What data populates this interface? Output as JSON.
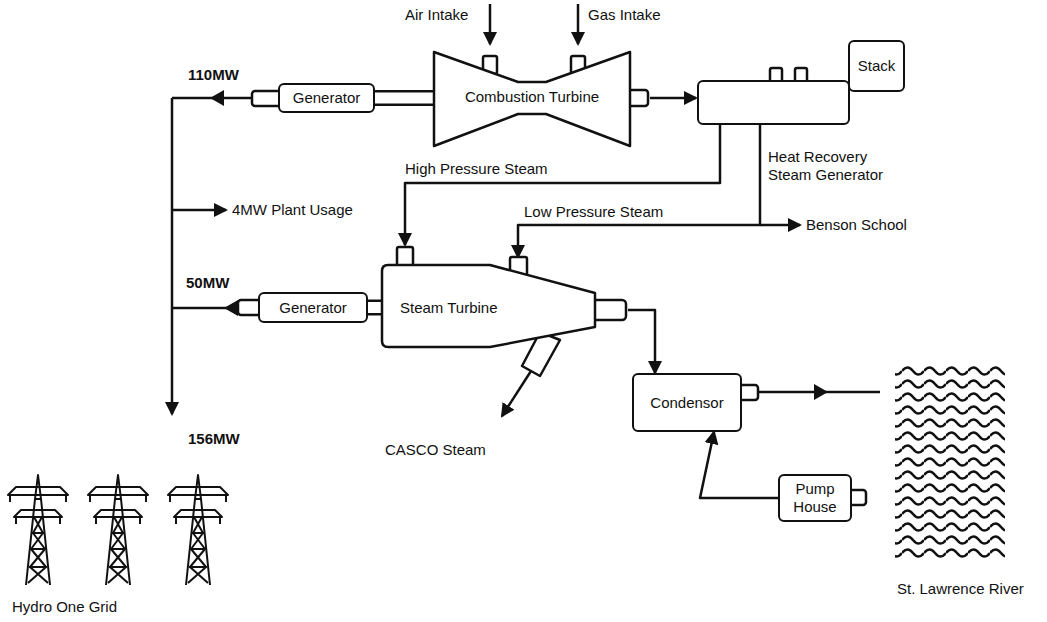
{
  "diagram": {
    "nodes": [
      {
        "text": [
          "Generator"
        ]
      },
      {
        "text": [
          "Combustion Turbine"
        ]
      },
      {
        "text": [
          "Heat Recovery Steam Generator"
        ]
      },
      {
        "text": [
          "Stack"
        ]
      },
      {
        "text": [
          "Generator"
        ]
      },
      {
        "text": [
          "Steam Turbine"
        ]
      },
      {
        "text": [
          "Condensor"
        ]
      },
      {
        "text": [
          "Pump House"
        ]
      }
    ],
    "edges": [
      {
        "from": 1,
        "to": 0,
        "arrow": "none"
      },
      {
        "from": 1,
        "to": 2,
        "arrow": "to"
      },
      {
        "from": 2,
        "to": 5,
        "label": "High Pressure Steam",
        "arrow": "to"
      },
      {
        "from": 2,
        "to": 5,
        "label": "Low Pressure Steam",
        "arrow": "to"
      },
      {
        "from": 5,
        "to": 4,
        "arrow": "none"
      },
      {
        "from": 5,
        "to": 6,
        "arrow": "to"
      },
      {
        "from": 7,
        "to": 6,
        "arrow": "to"
      }
    ],
    "labels": [
      "Air Intake",
      "Gas Intake",
      "110MW",
      "4MW Plant Usage",
      "50MW",
      "156MW",
      "Benson School",
      "CASCO Steam",
      "St. Lawrence River",
      "Hydro One Grid"
    ]
  }
}
